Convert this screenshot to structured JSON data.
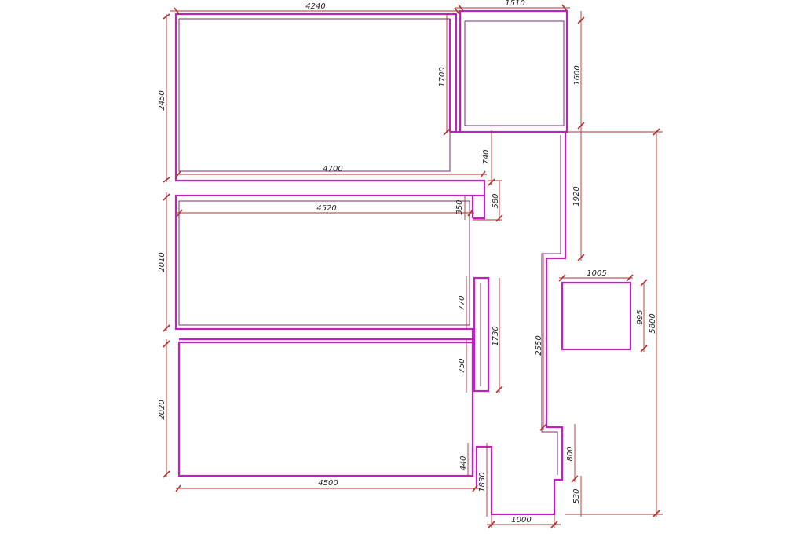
{
  "colors": {
    "wall": "#c020c0",
    "wall_inner": "#7a2a7a",
    "dimension_line": "#b03030",
    "dimension_text": "#222222",
    "background": "#ffffff"
  },
  "dimensions": {
    "d4240": "4240",
    "d1510": "1510",
    "d1700": "1700",
    "d1600": "1600",
    "d2450": "2450",
    "d740": "740",
    "d4700": "4700",
    "d1920": "1920",
    "d4520": "4520",
    "d350": "350",
    "d580": "580",
    "d2010": "2010",
    "d1005": "1005",
    "d5800": "5800",
    "d770": "770",
    "d1730": "1730",
    "d995": "995",
    "d2550": "2550",
    "d750": "750",
    "d2020": "2020",
    "d800": "800",
    "d440": "440",
    "d4500": "4500",
    "d1830": "1830",
    "d530": "530",
    "d1000": "1000"
  }
}
